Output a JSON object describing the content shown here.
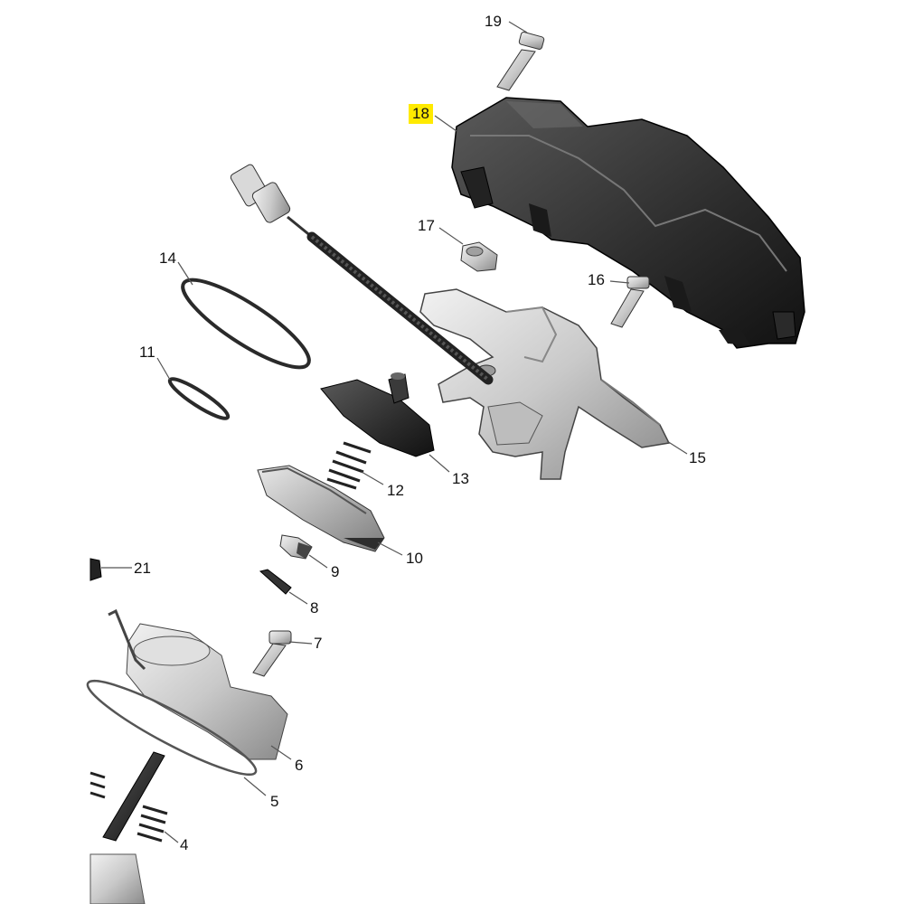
{
  "diagram": {
    "highlight_color": "#ffea00",
    "parts": [
      {
        "id": "p19",
        "callout": "19",
        "icon": "bolt",
        "highlighted": false
      },
      {
        "id": "p18",
        "callout": "18",
        "icon": "cover",
        "highlighted": true
      },
      {
        "id": "p17",
        "callout": "17",
        "icon": "nut",
        "highlighted": false
      },
      {
        "id": "p16",
        "callout": "16",
        "icon": "bolt",
        "highlighted": false
      },
      {
        "id": "p15",
        "callout": "15",
        "icon": "bracket-housing",
        "highlighted": false
      },
      {
        "id": "p14",
        "callout": "14",
        "icon": "o-ring",
        "highlighted": false
      },
      {
        "id": "p13",
        "callout": "13",
        "icon": "diaphragm-with-cable",
        "highlighted": false
      },
      {
        "id": "p12",
        "callout": "12",
        "icon": "spring",
        "highlighted": false
      },
      {
        "id": "p11",
        "callout": "11",
        "icon": "o-ring",
        "highlighted": false
      },
      {
        "id": "p10",
        "callout": "10",
        "icon": "cup",
        "highlighted": false
      },
      {
        "id": "p9",
        "callout": "9",
        "icon": "nut",
        "highlighted": false
      },
      {
        "id": "p8",
        "callout": "8",
        "icon": "set-screw",
        "highlighted": false
      },
      {
        "id": "p7",
        "callout": "7",
        "icon": "bolt",
        "highlighted": false
      },
      {
        "id": "p6",
        "callout": "6",
        "icon": "housing",
        "highlighted": false
      },
      {
        "id": "p5",
        "callout": "5",
        "icon": "gasket",
        "highlighted": false
      },
      {
        "id": "p4",
        "callout": "4",
        "icon": "spring",
        "highlighted": false
      },
      {
        "id": "p21",
        "callout": "21",
        "icon": "plug",
        "highlighted": false
      }
    ]
  }
}
